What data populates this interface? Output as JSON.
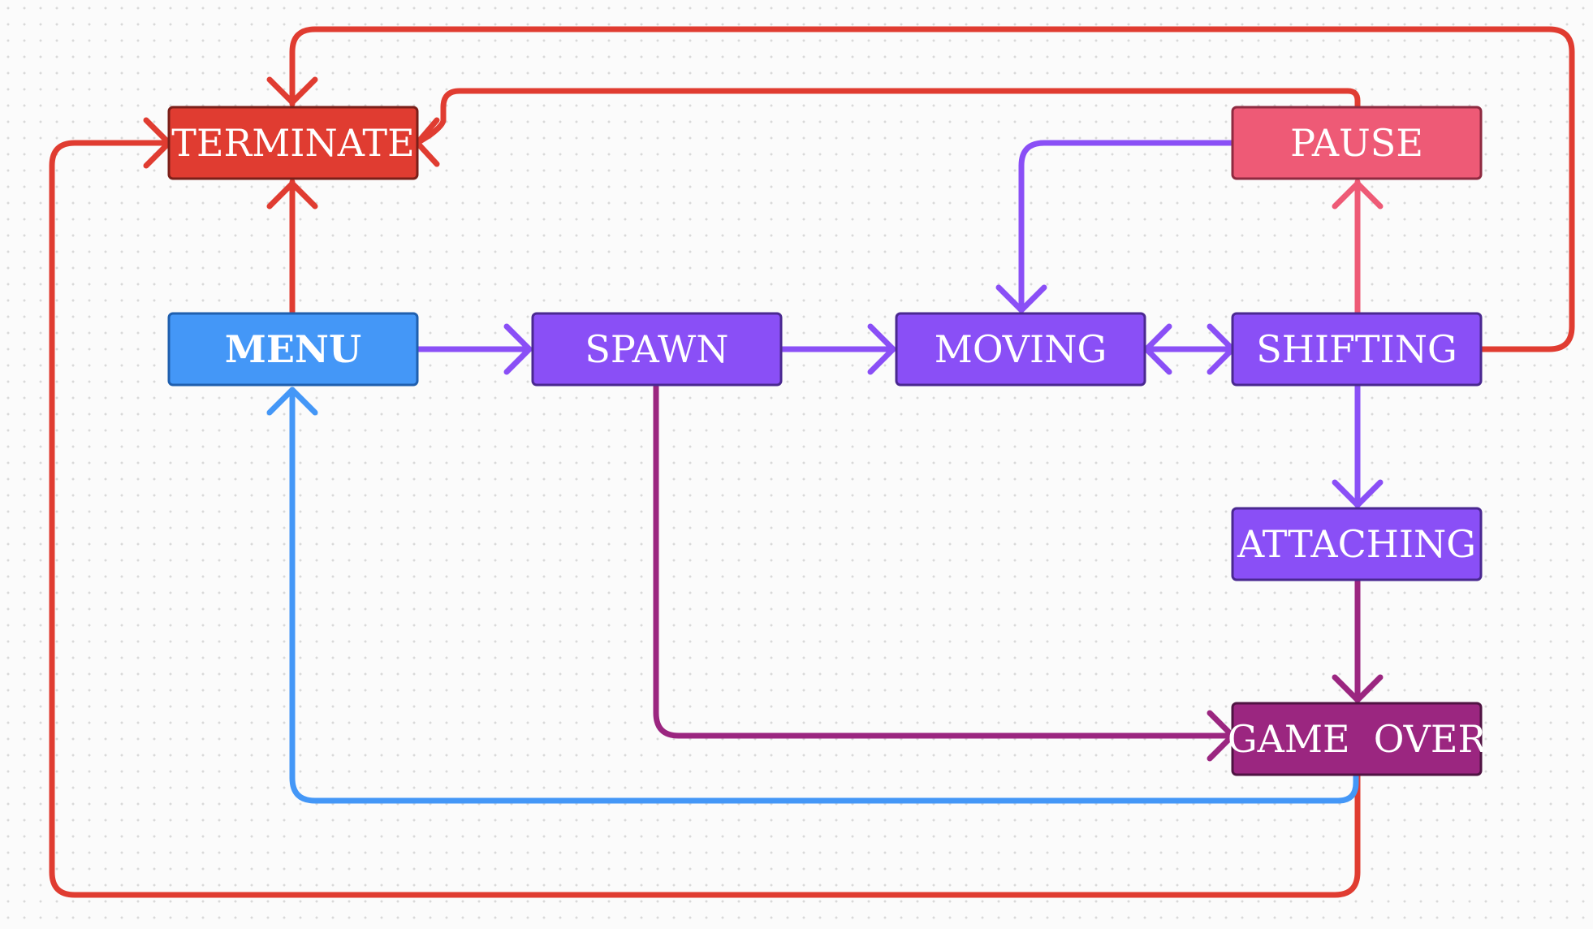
{
  "diagram": {
    "type": "state-machine",
    "nodes": {
      "terminate": {
        "label": "TERMINATE",
        "fill": "#e03c31",
        "stroke": "#7a1f19"
      },
      "menu": {
        "label": "MENU",
        "fill": "#4497f7",
        "stroke": "#1f5fae",
        "bold": true
      },
      "spawn": {
        "label": "SPAWN",
        "fill": "#8a4ff6",
        "stroke": "#4a2890"
      },
      "moving": {
        "label": "MOVING",
        "fill": "#8a4ff6",
        "stroke": "#4a2890"
      },
      "shifting": {
        "label": "SHIFTING",
        "fill": "#8a4ff6",
        "stroke": "#4a2890"
      },
      "pause": {
        "label": "PAUSE",
        "fill": "#ee5a76",
        "stroke": "#8e2a40"
      },
      "attaching": {
        "label": "ATTACHING",
        "fill": "#8a4ff6",
        "stroke": "#4a2890"
      },
      "gameover": {
        "label": "GAME  OVER",
        "fill": "#9b2680",
        "stroke": "#4f1342"
      }
    },
    "edges": [
      {
        "from": "menu",
        "to": "terminate",
        "color": "#e03c31"
      },
      {
        "from": "menu",
        "to": "spawn",
        "color": "#8a4ff6"
      },
      {
        "from": "spawn",
        "to": "moving",
        "color": "#8a4ff6"
      },
      {
        "from": "moving",
        "to": "shifting",
        "color": "#8a4ff6",
        "bidirectional": true
      },
      {
        "from": "shifting",
        "to": "pause",
        "color": "#ee5a76"
      },
      {
        "from": "pause",
        "to": "moving",
        "color": "#8a4ff6"
      },
      {
        "from": "shifting",
        "to": "attaching",
        "color": "#8a4ff6"
      },
      {
        "from": "attaching",
        "to": "gameover",
        "color": "#9b2680"
      },
      {
        "from": "spawn",
        "to": "gameover",
        "color": "#9b2680"
      },
      {
        "from": "gameover",
        "to": "menu",
        "color": "#4497f7"
      },
      {
        "from": "gameover",
        "to": "terminate",
        "color": "#e03c31"
      },
      {
        "from": "pause",
        "to": "terminate",
        "color": "#e03c31"
      },
      {
        "from": "shifting",
        "to": "terminate",
        "color": "#e03c31"
      }
    ]
  }
}
